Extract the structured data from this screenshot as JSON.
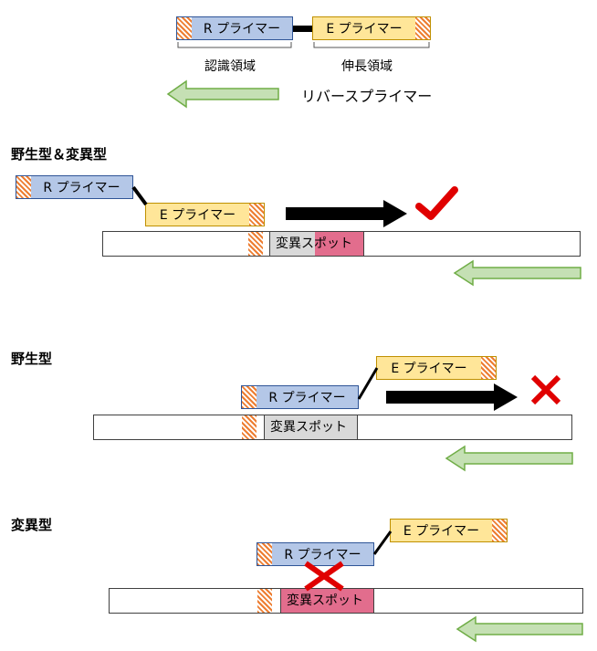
{
  "primer_labels": {
    "r": "R プライマー",
    "e": "E プライマー"
  },
  "legend": {
    "recognition_region": "認識領域",
    "extension_region": "伸長領域",
    "reverse_primer": "リバースプライマー"
  },
  "sections": {
    "both": {
      "title": "野生型＆変異型"
    },
    "wild": {
      "title": "野生型"
    },
    "mutant": {
      "title": "変異型"
    }
  },
  "mutation_spot": "変異スポット",
  "colors": {
    "r_primer_fill": "#b4c7e7",
    "e_primer_fill": "#ffe699",
    "reverse_primer": "#c5e0b4",
    "mutation_spot": "#e26d8d",
    "hatch": "#ed7d31",
    "success_check": "#e00000",
    "failure_cross": "#e00000"
  },
  "icons": [
    "checkmark-icon",
    "cross-icon",
    "arrow-right-icon",
    "arrow-left-icon"
  ]
}
